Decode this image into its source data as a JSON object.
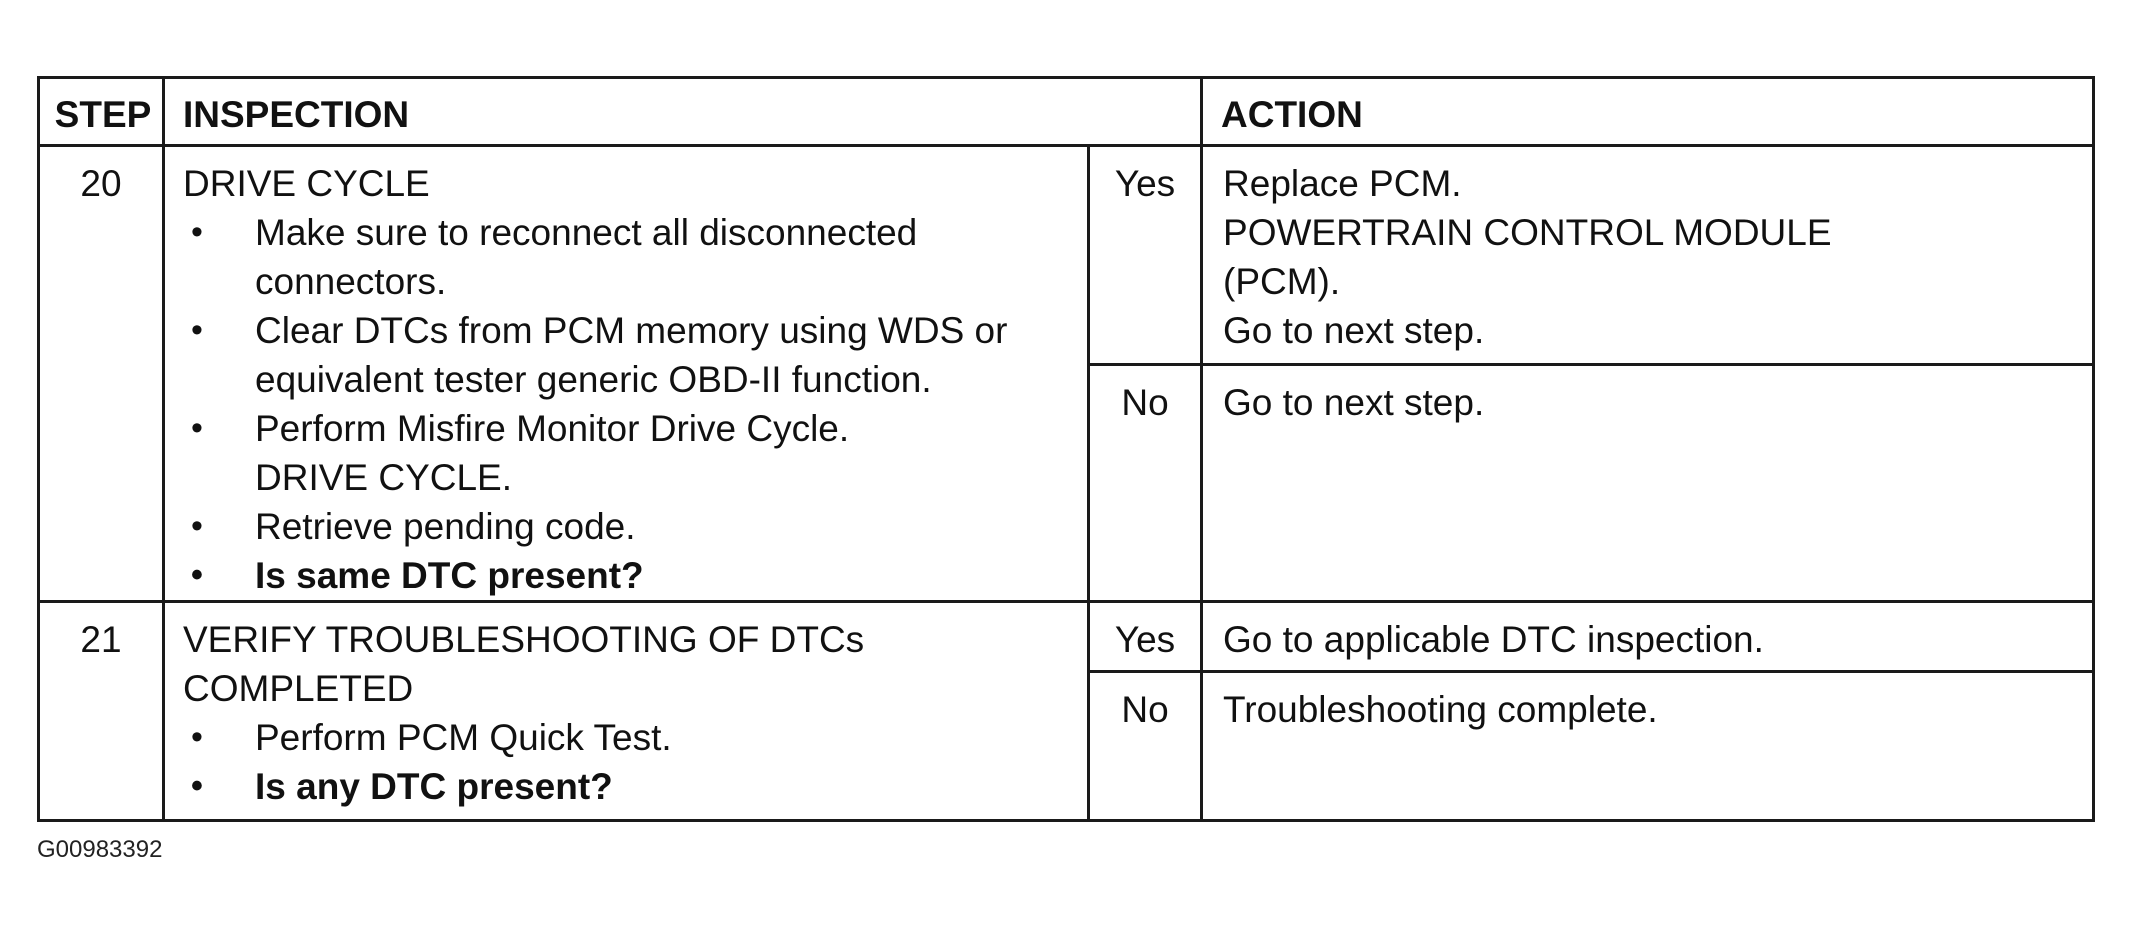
{
  "table": {
    "headers": {
      "step": "STEP",
      "inspection": "INSPECTION",
      "action": "ACTION"
    },
    "rows": [
      {
        "step": "20",
        "title": "DRIVE CYCLE",
        "bullets": [
          "Make sure to reconnect all disconnected connectors.",
          "Clear DTCs from PCM memory using WDS or equivalent tester generic OBD-II function.",
          "Perform Misfire Monitor Drive Cycle.",
          "Retrieve pending code.",
          "Is same DTC present?"
        ],
        "bullet3_sub": "DRIVE CYCLE.",
        "yes_label": "Yes",
        "yes_action": [
          "Replace PCM.",
          "POWERTRAIN CONTROL MODULE",
          "(PCM).",
          "Go to next step."
        ],
        "no_label": "No",
        "no_action": [
          "Go to next step."
        ]
      },
      {
        "step": "21",
        "title_line1": "VERIFY TROUBLESHOOTING OF DTCs",
        "title_line2": "COMPLETED",
        "bullets": [
          "Perform PCM Quick Test.",
          "Is any DTC present?"
        ],
        "yes_label": "Yes",
        "yes_action": [
          "Go to applicable DTC inspection."
        ],
        "no_label": "No",
        "no_action": [
          "Troubleshooting complete."
        ]
      }
    ]
  },
  "figure_id": "G00983392"
}
